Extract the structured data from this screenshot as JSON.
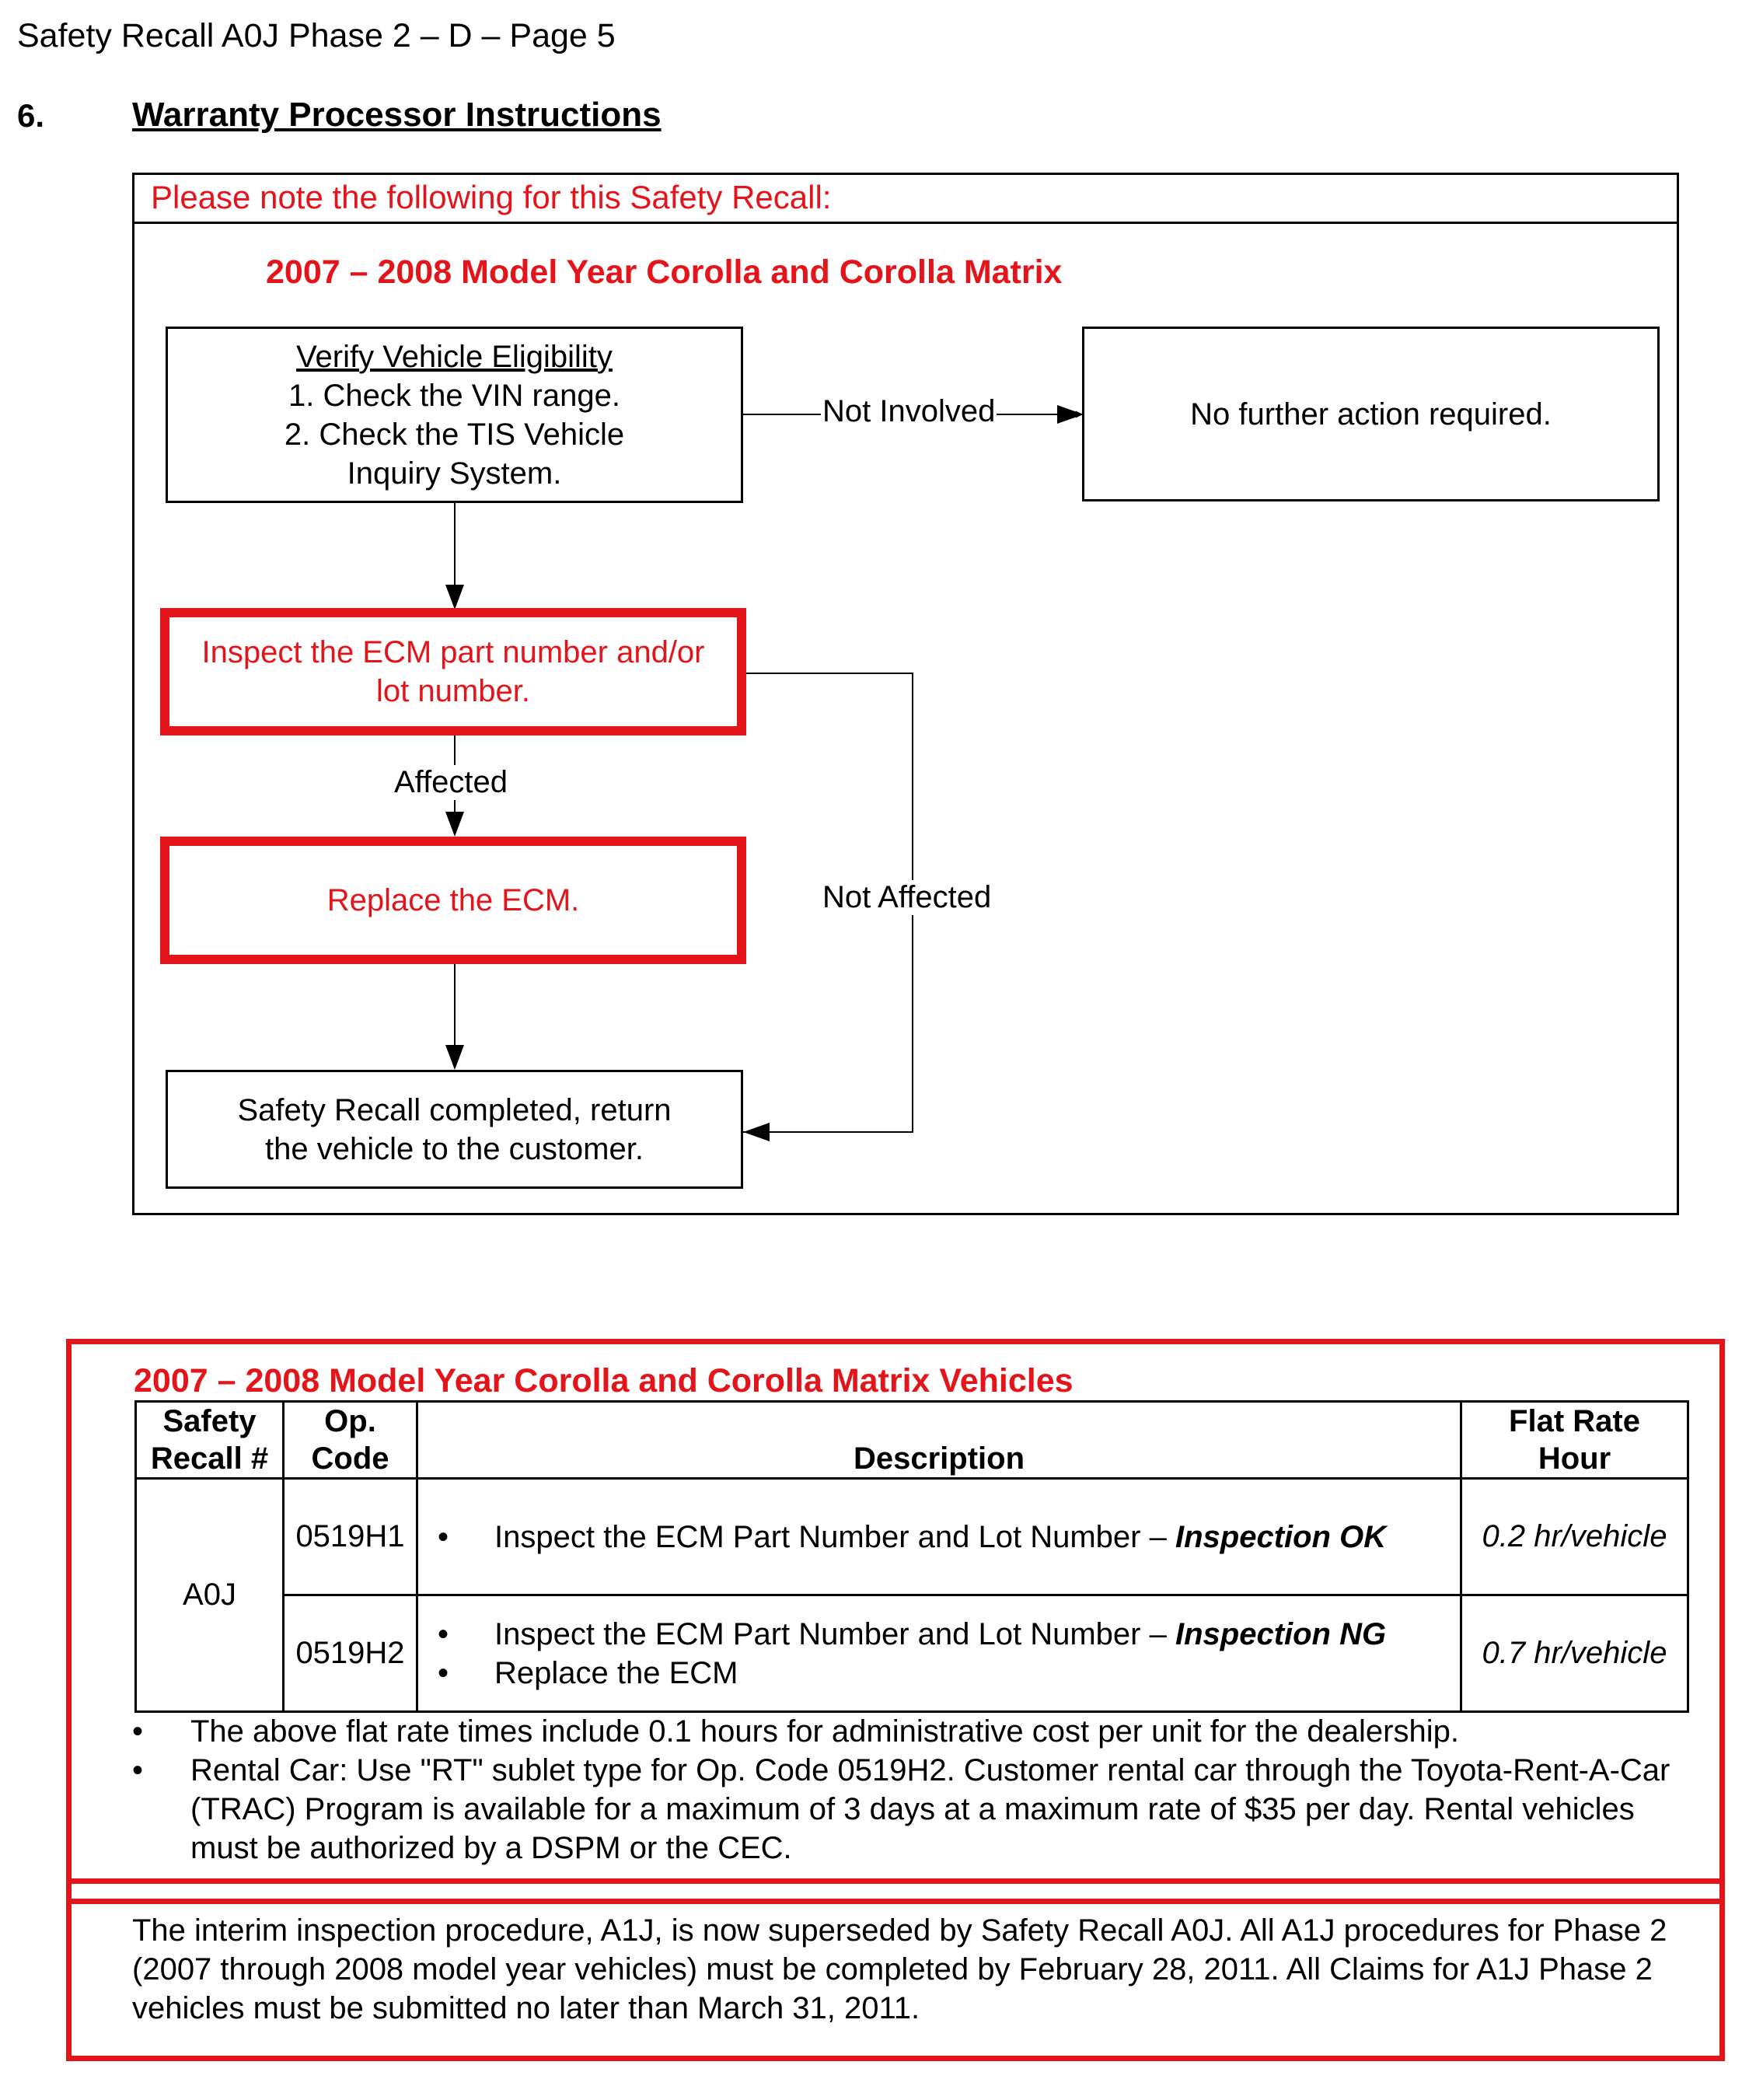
{
  "header": {
    "text": "Safety Recall A0J Phase 2 – D – Page 5"
  },
  "section": {
    "number": "6.",
    "title": "Warranty Processor Instructions"
  },
  "flowchart": {
    "note": "Please note the following for this Safety Recall:",
    "subtitle": "2007 – 2008 Model Year Corolla and Corolla Matrix",
    "verify": {
      "title": "Verify Vehicle Eligibility",
      "line1": "1. Check the VIN range.",
      "line2": "2. Check the TIS Vehicle",
      "line3": "Inquiry System."
    },
    "no_action": "No further action required.",
    "inspect_line1": "Inspect the ECM part number and/or",
    "inspect_line2": "lot number.",
    "replace": "Replace the ECM.",
    "completed_line1": "Safety Recall completed, return",
    "completed_line2": "the vehicle to the customer.",
    "label_not_involved": "Not Involved",
    "label_affected": "Affected",
    "label_not_affected": "Not Affected"
  },
  "colors": {
    "accent_red": "#e4141b",
    "text": "#000000"
  },
  "table": {
    "title": "2007 – 2008 Model Year Corolla and Corolla Matrix Vehicles",
    "headers": {
      "recall_1": "Safety",
      "recall_2": "Recall #",
      "opcode_1": "Op.",
      "opcode_2": "Code",
      "description": "Description",
      "flat_1": "Flat Rate",
      "flat_2": "Hour"
    },
    "recall": "A0J",
    "rows": [
      {
        "op_code": "0519H1",
        "desc1_text": "Inspect the ECM Part Number and Lot Number – ",
        "desc1_emph": "Inspection OK",
        "flat_rate": "0.2 hr/vehicle"
      },
      {
        "op_code": "0519H2",
        "desc1_text": "Inspect the ECM Part Number and Lot Number – ",
        "desc1_emph": "Inspection NG",
        "desc2_text": "Replace the ECM",
        "flat_rate": "0.7 hr/vehicle"
      }
    ],
    "notes": [
      "The above flat rate times include 0.1 hours for administrative cost per unit for the dealership.",
      "Rental Car:  Use \"RT\" sublet type for Op. Code 0519H2.  Customer rental car through the Toyota-Rent-A-Car (TRAC) Program is available for a maximum of 3 days at a maximum rate of $35 per day.  Rental vehicles must be authorized by a DSPM or the CEC."
    ]
  },
  "final_note": "The interim inspection procedure, A1J, is now superseded by Safety Recall A0J.  All A1J procedures for Phase 2 (2007 through 2008 model year vehicles) must be completed by February 28, 2011.  All Claims for A1J Phase 2 vehicles must be submitted no later than March 31, 2011."
}
